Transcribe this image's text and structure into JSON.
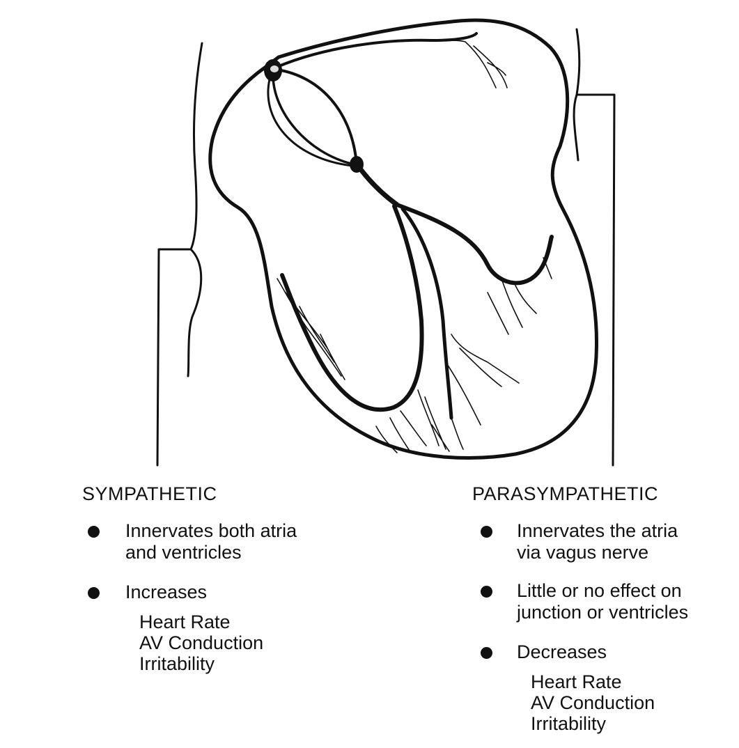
{
  "sympathetic": {
    "title": "SYMPATHETIC",
    "items": [
      {
        "line1": "Innervates both atria",
        "line2": "and ventricles"
      },
      {
        "line1": "Increases",
        "effects": [
          "Heart Rate",
          "AV Conduction",
          "Irritability"
        ]
      }
    ]
  },
  "parasympathetic": {
    "title": "PARASYMPATHETIC",
    "items": [
      {
        "line1": "Innervates the atria",
        "line2": "via vagus nerve"
      },
      {
        "line1": "Little or no effect on",
        "line2": "junction or ventricles"
      },
      {
        "line1": "Decreases",
        "effects": [
          "Heart Rate",
          "AV Conduction",
          "Irritability"
        ]
      }
    ]
  },
  "colors": {
    "ink": "#111111",
    "background": "#ffffff"
  }
}
